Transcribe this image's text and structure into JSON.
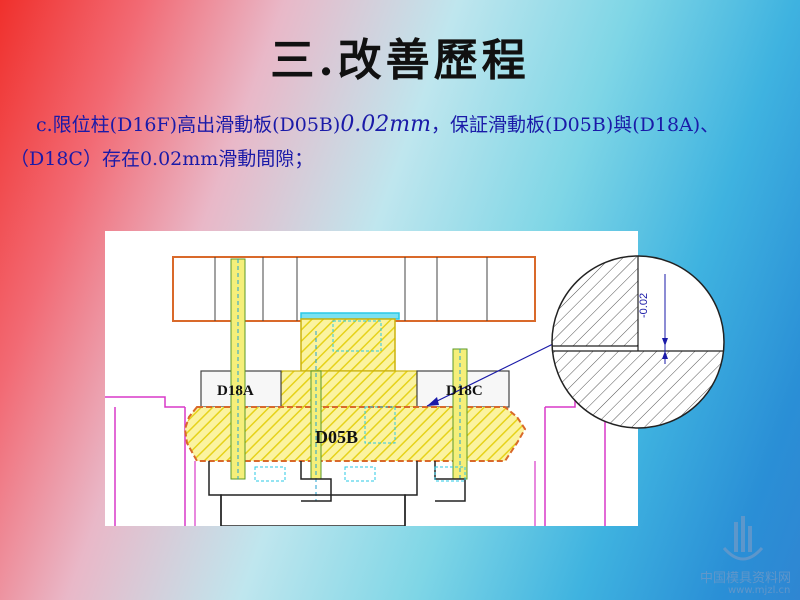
{
  "slide": {
    "title": "三.改善歷程",
    "paragraph": {
      "part1": "c.限位柱(D16F)高出滑動板(D05B)",
      "emphasis": "0.02mm",
      "part2": "，保証滑動板(D05B)與(D18A)、（D18C）存在0.02mm滑動間隙；"
    }
  },
  "drawing": {
    "labels": {
      "d18a": "D18A",
      "d18c": "D18C",
      "d05b": "D05B"
    },
    "detail_dimension": "-0.02",
    "colors": {
      "outline_orange": "#d9692a",
      "outline_magenta": "#d838c8",
      "hatch_yellow": "#f2e21c",
      "outline_black": "#222222",
      "outline_cyan": "#2ac9e6",
      "dim_blue": "#1a1aa8"
    }
  },
  "watermark": {
    "text": "中国模具资料网",
    "url": "www.mjzl.cn"
  }
}
